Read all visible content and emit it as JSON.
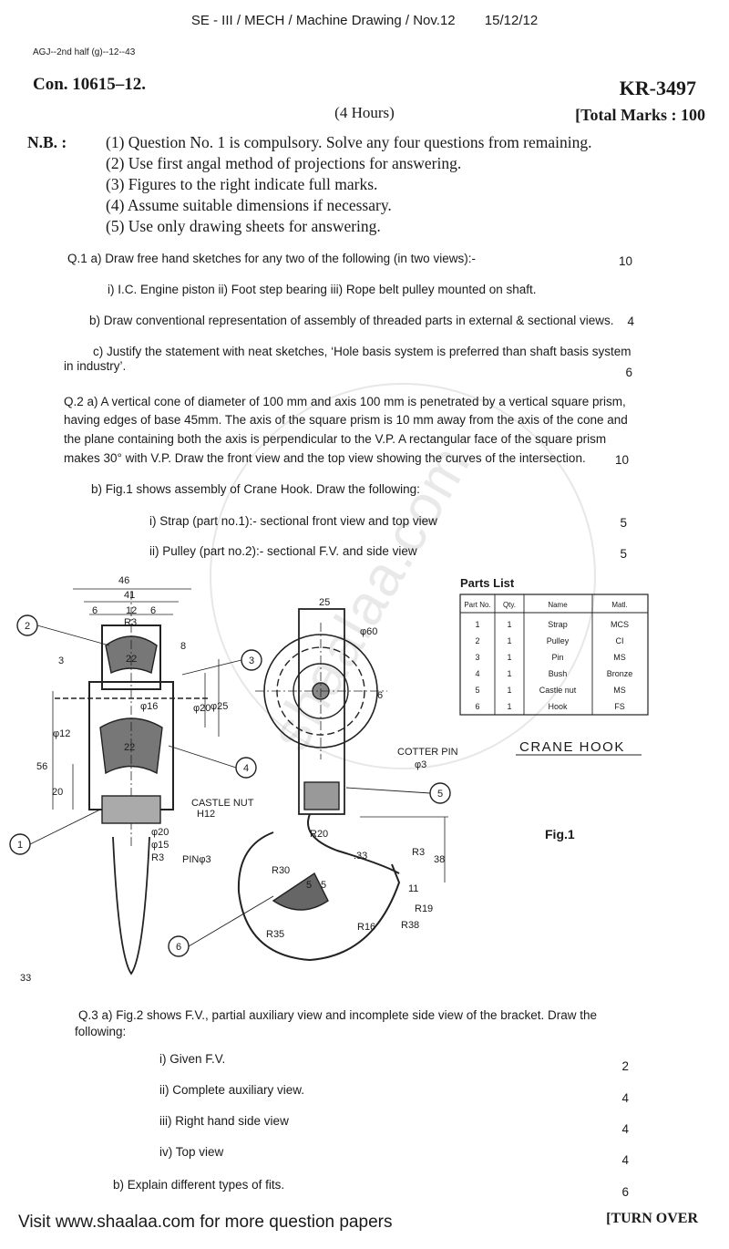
{
  "header": {
    "title_parts": [
      "SE - III / MECH / Machine Drawing / Nov.12",
      "15/12/12"
    ],
    "code": "AGJ--2nd half (g)--12--43",
    "con": "Con. 10615–12.",
    "paper_code": "KR-3497",
    "hours": "(4 Hours)",
    "total_marks": "[Total Marks : 100"
  },
  "instructions": {
    "label": "N.B. :",
    "items": [
      "(1) Question No. 1 is compulsory. Solve any four questions from remaining.",
      "(2) Use first angal method of projections for answering.",
      "(3) Figures to the right indicate full marks.",
      "(4) Assume suitable dimensions if necessary.",
      "(5) Use only drawing sheets for answering."
    ]
  },
  "questions": {
    "q1a": "Q.1 a)  Draw free hand sketches for any two of the following (in two views):-",
    "q1a_marks": "10",
    "q1a_items": "i) I.C. Engine piston ii) Foot step bearing iii) Rope belt pulley mounted on shaft.",
    "q1b": "b) Draw conventional representation of assembly of threaded parts in external & sectional views.",
    "q1b_marks": "4",
    "q1c_line1": "c) Justify the statement with neat sketches, ‘Hole basis system is preferred than shaft basis system",
    "q1c_line2": "in industry’.",
    "q1c_marks": "6",
    "q2a_line1": "Q.2 a) A vertical cone of diameter of 100 mm and axis 100 mm is penetrated by a vertical square prism,",
    "q2a_line2": "having edges of base 45mm. The axis of the square prism is 10 mm away from the axis of the cone and",
    "q2a_line3": "the plane containing both the axis is perpendicular to the V.P. A rectangular face of the square prism",
    "q2a_line4": "makes 30° with V.P. Draw the front view and the top view showing the curves of the intersection.",
    "q2a_marks": "10",
    "q2b": "b) Fig.1 shows assembly of Crane Hook. Draw the following:",
    "q2b_i": "i) Strap (part no.1):- sectional front view and top view",
    "q2b_i_marks": "5",
    "q2b_ii": "ii) Pulley (part no.2):- sectional F.V. and side view",
    "q2b_ii_marks": "5",
    "q3a_line1": "Q.3 a) Fig.2  shows F.V., partial auxiliary view and incomplete side view of the bracket. Draw the",
    "q3a_line2": "following:",
    "q3a_i": "i) Given F.V.",
    "q3a_i_marks": "2",
    "q3a_ii": "ii) Complete auxiliary view.",
    "q3a_ii_marks": "4",
    "q3a_iii": "iii) Right hand side view",
    "q3a_iii_marks": "4",
    "q3a_iv": "iv) Top view",
    "q3a_iv_marks": "4",
    "q3b": "b) Explain different types of fits.",
    "q3b_marks": "6"
  },
  "figure": {
    "parts_list_title": "Parts List",
    "parts_headers": [
      "Part No.",
      "Qty.",
      "Name",
      "Matl."
    ],
    "parts_rows": [
      [
        "1",
        "1",
        "Strap",
        "MCS"
      ],
      [
        "2",
        "1",
        "Pulley",
        "CI"
      ],
      [
        "3",
        "1",
        "Pin",
        "MS"
      ],
      [
        "4",
        "1",
        "Bush",
        "Bronze"
      ],
      [
        "5",
        "1",
        "Castle nut",
        "MS"
      ],
      [
        "6",
        "1",
        "Hook",
        "FS"
      ]
    ],
    "title": "CRANE HOOK",
    "fig_label": "Fig.1",
    "dims": {
      "d46": "46",
      "d41": "41",
      "d6": "6",
      "d12": "12",
      "d6b": "6",
      "r3": "R3",
      "d8": "8",
      "d22": "22",
      "d22b": "22",
      "d3": "3",
      "d16": "φ16",
      "d20": "φ20",
      "d25": "φ25",
      "d12v": "φ12",
      "d56": "56",
      "d20v": "20",
      "castle": "CASTLE NUT",
      "h12": "H12",
      "d20b": "φ20",
      "d15": "φ15",
      "r3b": "R3",
      "pin": "PINφ3",
      "d25top": "25",
      "d60": "φ60",
      "d6c": "6",
      "cotter": "COTTER PIN",
      "d3c": "φ3",
      "r20": "R20",
      "r30": "R30",
      "r33": ".33",
      "r3c": "R3",
      "d38": "38",
      "d5": "5",
      "d5b": "5",
      "d11": "11",
      "r19": "R19",
      "r38": "R38",
      "r16": "R16",
      "r35": "R35",
      "d33": "33"
    },
    "callouts": [
      "2",
      "3",
      "4",
      "5",
      "1",
      "6"
    ]
  },
  "footer": {
    "left": "Visit www.shaalaa.com for more question papers",
    "right": "[TURN OVER"
  },
  "watermark": "shaalaa.com"
}
